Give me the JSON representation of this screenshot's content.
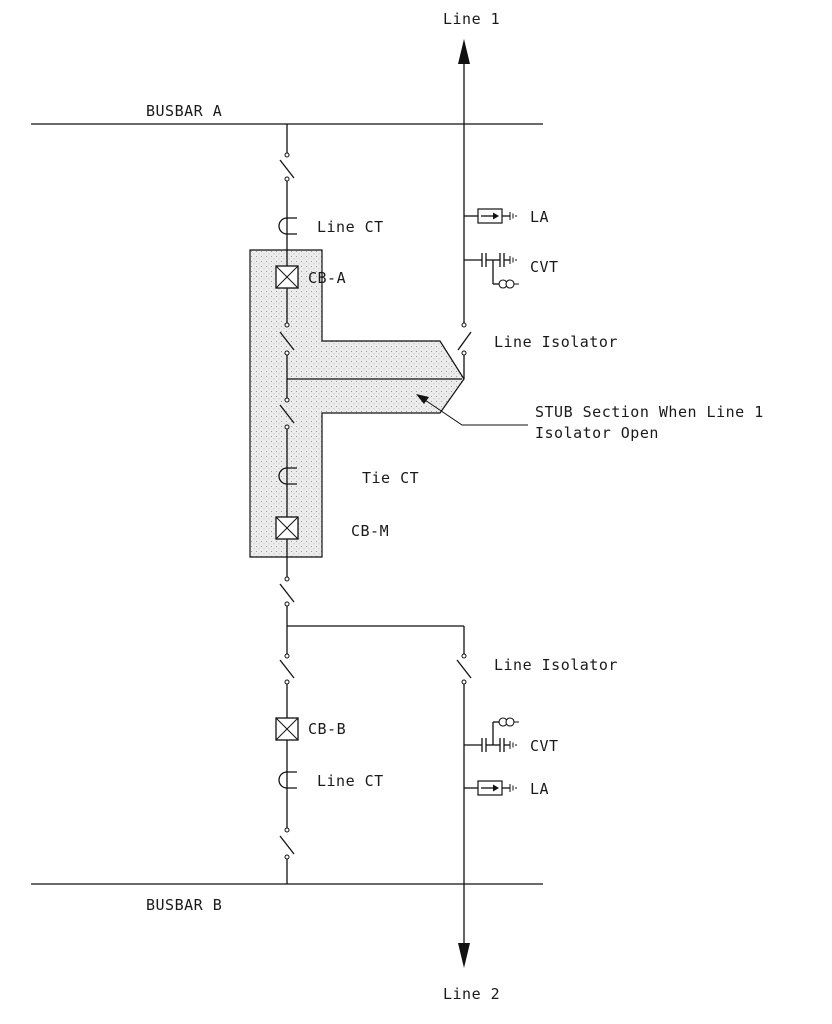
{
  "diagram": {
    "labels": {
      "line1": "Line 1",
      "line2": "Line 2",
      "busbar_a": "BUSBAR A",
      "busbar_b": "BUSBAR B",
      "line_ct_top": "Line CT",
      "line_ct_bottom": "Line CT",
      "cb_a": "CB-A",
      "cb_m": "CB-M",
      "cb_b": "CB-B",
      "tie_ct": "Tie CT",
      "la_top": "LA",
      "la_bottom": "LA",
      "cvt_top": "CVT",
      "cvt_bottom": "CVT",
      "line_isolator_top": "Line Isolator",
      "line_isolator_bottom": "Line Isolator",
      "stub_line1": "STUB Section When Line 1",
      "stub_line2": "Isolator Open"
    },
    "colors": {
      "line": "#111111",
      "stub_fill": "#e4e4e4",
      "background": "#ffffff"
    }
  }
}
